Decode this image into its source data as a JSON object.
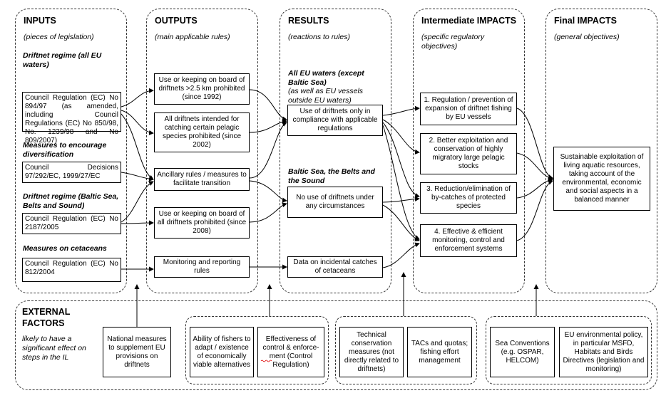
{
  "columns": {
    "inputs": {
      "title": "INPUTS",
      "subtitle": "(pieces of legislation)"
    },
    "outputs": {
      "title": "OUTPUTS",
      "subtitle": "(main applicable rules)"
    },
    "results": {
      "title": "RESULTS",
      "subtitle": "(reactions to rules)"
    },
    "intermediate": {
      "title": "Intermediate IMPACTS",
      "subtitle": "(specific regulatory objectives)"
    },
    "final": {
      "title": "Final IMPACTS",
      "subtitle": "(general objectives)"
    }
  },
  "inputs": {
    "sections": [
      "Driftnet regime (all EU waters)",
      "Measures to encourage diversification",
      "Driftnet regime (Baltic Sea, Belts and Sound)",
      "Measures on cetaceans"
    ],
    "boxes": [
      "Council Regulation (EC) No 894/97 (as amended, including Council Regulations (EC) No 850/98, No. 1239/98 and No 809/2007)",
      "Council Decisions 97/292/EC, 1999/27/EC",
      "Council Regulation (EC) No 2187/2005",
      "Council Regulation (EC) No 812/2004"
    ]
  },
  "outputs": {
    "boxes": [
      "Use or keeping on board of driftnets >2.5 km prohibited (since 1992)",
      "All driftnets intended for catching certain pelagic species prohibited (since 2002)",
      "Ancillary rules / measures to facilitate transition",
      "Use or keeping on board of all driftnets prohibited (since 2008)",
      "Monitoring and reporting rules"
    ]
  },
  "results": {
    "section1": "All EU waters (except Baltic Sea)",
    "section1_note": "(as well as EU vessels outside EU waters)",
    "section2": "Baltic Sea, the Belts and the Sound",
    "boxes": [
      "Use of driftnets only in compliance with applicable regulations",
      "No use of driftnets under any circumstances",
      "Data on incidental catches of cetaceans"
    ]
  },
  "intermediate": {
    "boxes": [
      "1. Regulation / prevention of expansion of driftnet fishing by EU vessels",
      "2. Better exploitation and conservation of highly migratory large pelagic stocks",
      "3. Reduction/elimination of by-catches of protected species",
      "4. Effective & efficient monitoring, control and enforcement systems"
    ]
  },
  "final": {
    "box": "Sustainable exploitation of living aquatic resources, taking account of the environmental, economic and social aspects in a balanced manner"
  },
  "external": {
    "title": "EXTERNAL FACTORS",
    "subtitle": "likely to have a significant effect on steps in the IL",
    "boxes": [
      "National measures to supplement EU provisions on driftnets",
      "Ability of fishers to adapt / existence of economically viable alternatives",
      "Effectiveness of control & enforce-ment (Control Regulation)",
      "Technical conservation measures (not directly related to driftnets)",
      "TACs and quotas; fishing effort management",
      "Sea Conventions (e.g. OSPAR, HELCOM)",
      "EU environmental policy, in particular MSFD, Habitats and Birds Directives (legislation and monitoring)"
    ]
  }
}
